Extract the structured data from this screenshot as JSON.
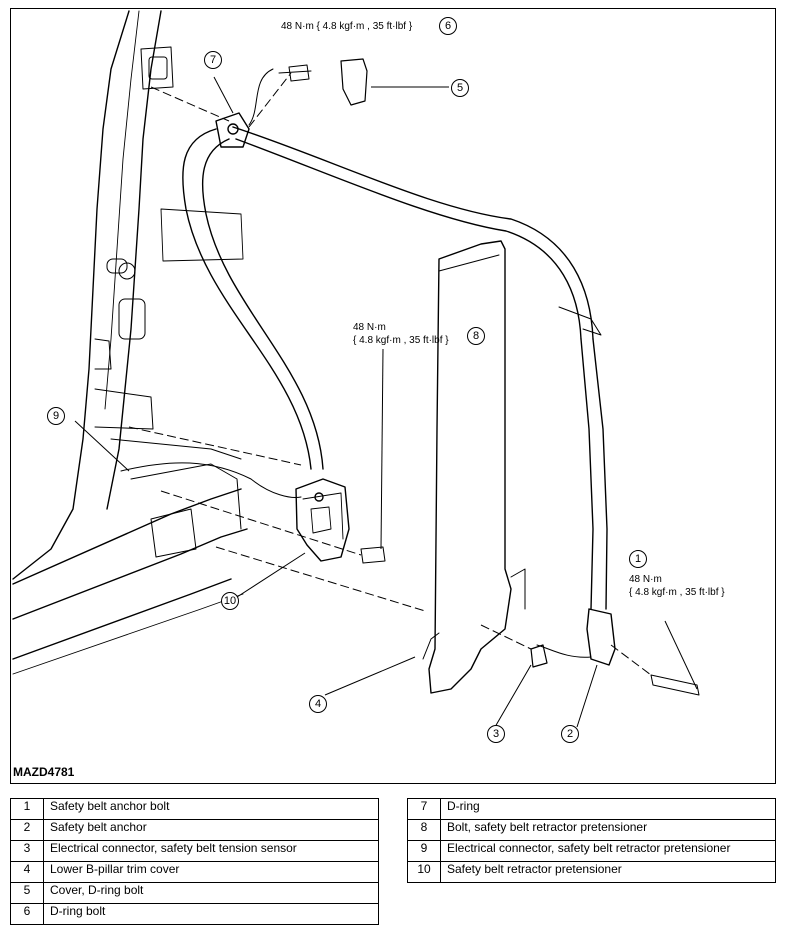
{
  "diagram_code": "MAZD4781",
  "callouts": [
    {
      "num": "1",
      "spec_line1": "48 N·m",
      "spec_line2": "{ 4.8 kgf·m , 35 ft·lbf }"
    },
    {
      "num": "2"
    },
    {
      "num": "3"
    },
    {
      "num": "4"
    },
    {
      "num": "5"
    },
    {
      "num": "6",
      "spec_line1": "48 N·m { 4.8 kgf·m , 35 ft·lbf }"
    },
    {
      "num": "7"
    },
    {
      "num": "8",
      "spec_line1": "48 N·m",
      "spec_line2": "{ 4.8 kgf·m , 35 ft·lbf }"
    },
    {
      "num": "9"
    },
    {
      "num": "10"
    }
  ],
  "legend_left": [
    {
      "num": "1",
      "desc": "Safety belt anchor bolt"
    },
    {
      "num": "2",
      "desc": "Safety belt anchor"
    },
    {
      "num": "3",
      "desc": "Electrical connector, safety belt tension sensor"
    },
    {
      "num": "4",
      "desc": "Lower B-pillar trim cover"
    },
    {
      "num": "5",
      "desc": "Cover, D-ring bolt"
    },
    {
      "num": "6",
      "desc": "D-ring bolt"
    }
  ],
  "legend_right": [
    {
      "num": "7",
      "desc": "D-ring"
    },
    {
      "num": "8",
      "desc": "Bolt, safety belt retractor pretensioner"
    },
    {
      "num": "9",
      "desc": "Electrical connector, safety belt retractor pretensioner"
    },
    {
      "num": "10",
      "desc": "Safety belt retractor pretensioner"
    }
  ]
}
